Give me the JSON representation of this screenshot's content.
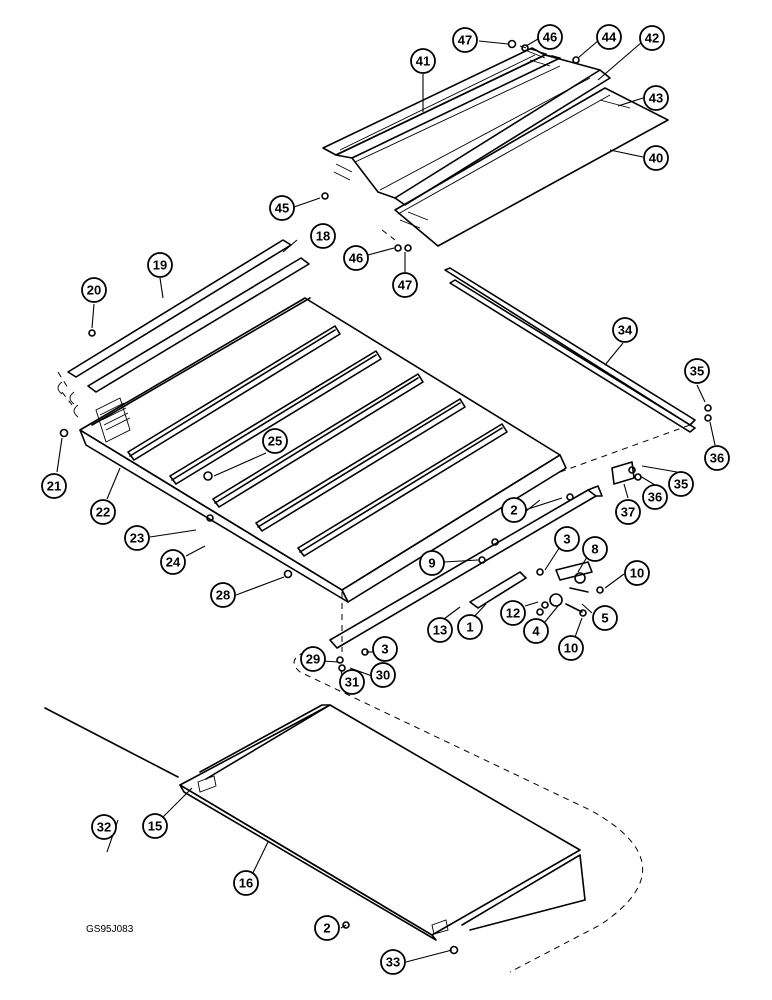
{
  "drawing_code": "GS95J083",
  "callouts": [
    {
      "num": "47"
    },
    {
      "num": "46"
    },
    {
      "num": "44"
    },
    {
      "num": "42"
    },
    {
      "num": "41"
    },
    {
      "num": "43"
    },
    {
      "num": "40"
    },
    {
      "num": "45"
    },
    {
      "num": "18"
    },
    {
      "num": "19"
    },
    {
      "num": "46"
    },
    {
      "num": "47"
    },
    {
      "num": "20"
    },
    {
      "num": "34"
    },
    {
      "num": "35"
    },
    {
      "num": "25"
    },
    {
      "num": "21"
    },
    {
      "num": "22"
    },
    {
      "num": "36"
    },
    {
      "num": "36"
    },
    {
      "num": "35"
    },
    {
      "num": "37"
    },
    {
      "num": "2"
    },
    {
      "num": "23"
    },
    {
      "num": "3"
    },
    {
      "num": "8"
    },
    {
      "num": "24"
    },
    {
      "num": "9"
    },
    {
      "num": "10"
    },
    {
      "num": "28"
    },
    {
      "num": "12"
    },
    {
      "num": "5"
    },
    {
      "num": "13"
    },
    {
      "num": "1"
    },
    {
      "num": "4"
    },
    {
      "num": "10"
    },
    {
      "num": "3"
    },
    {
      "num": "29"
    },
    {
      "num": "30"
    },
    {
      "num": "31"
    },
    {
      "num": "32"
    },
    {
      "num": "15"
    },
    {
      "num": "16"
    },
    {
      "num": "2"
    },
    {
      "num": "33"
    }
  ]
}
